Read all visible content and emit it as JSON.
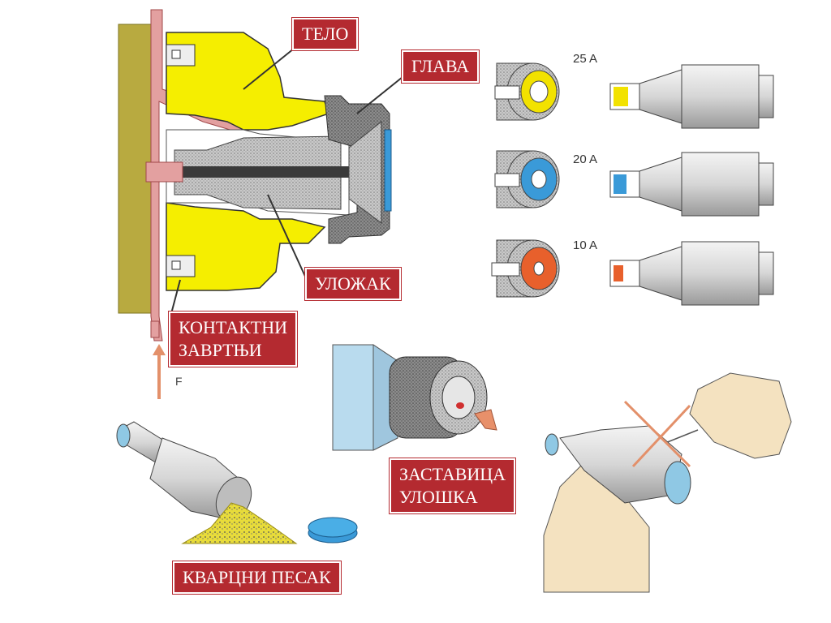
{
  "labels": {
    "body": "ТЕЛО",
    "head": "ГЛАВА",
    "insert": "УЛОЖАК",
    "contact_screws_line1": "КОНТАКТНИ",
    "contact_screws_line2": "ЗАВРТЊИ",
    "indicator_line1": "ЗАСТАВИЦА",
    "indicator_line2": "УЛОШКА",
    "quartz_sand": "КВАРЦНИ ПЕСАК"
  },
  "ratings": [
    {
      "label": "25 A",
      "color": "#f2e200"
    },
    {
      "label": "20 A",
      "color": "#3a9ad8"
    },
    {
      "label": "10 A",
      "color": "#e8602c"
    }
  ],
  "force_label": "F",
  "colors": {
    "label_bg": "#b42a30",
    "porcelain": "#f5ee00",
    "contact": "#e3a0a0",
    "panel": "#b8aa40"
  }
}
